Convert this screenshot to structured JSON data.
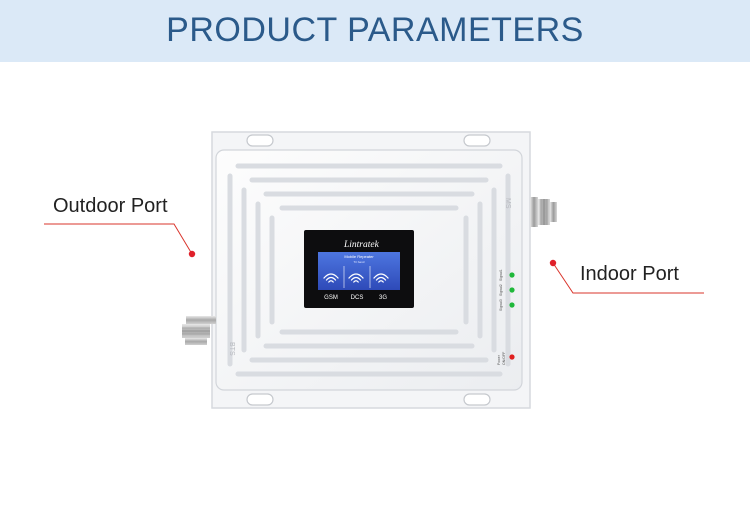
{
  "banner": {
    "title": "PRODUCT PARAMETERS"
  },
  "callouts": {
    "outdoor_port": "Outdoor Port",
    "indoor_port": "Indoor Port"
  },
  "device": {
    "brand": "Lintratek",
    "display_title": "Mobile Repeater",
    "display_subtitle": "Tri band",
    "bands": [
      "GSM",
      "DCS",
      "3G"
    ],
    "side_labels": {
      "bts": "BTS",
      "ms": "MS"
    },
    "led_labels": [
      "Signal1",
      "Signal2",
      "Signal3"
    ],
    "power_labels": [
      "Power",
      "ON/OFF"
    ]
  },
  "colors": {
    "banner_bg": "#dbe9f7",
    "banner_text": "#2b5a8a",
    "callout_line": "#d9342b",
    "callout_dot": "#e0202a",
    "screen_blue": "#3557c8",
    "led_green": "#1fb83a",
    "led_red": "#e01f1f"
  }
}
